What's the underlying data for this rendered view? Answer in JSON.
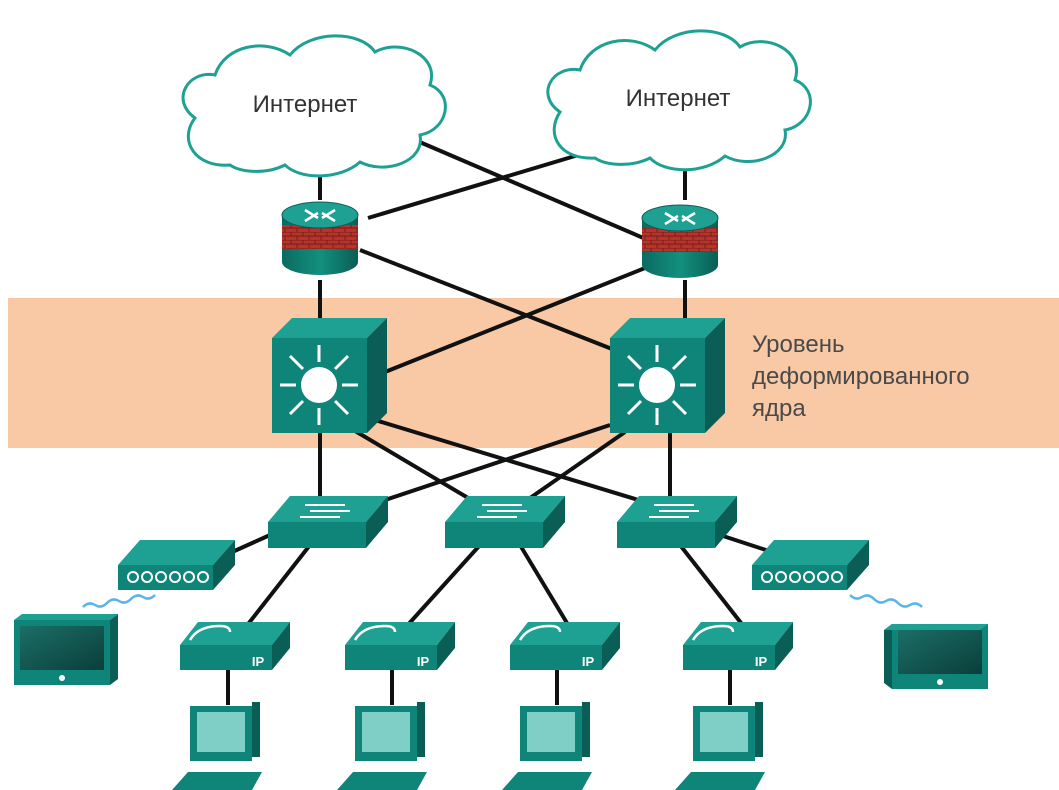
{
  "internet_clouds": [
    {
      "label": "Интернет"
    },
    {
      "label": "Интернет"
    }
  ],
  "core_layer": {
    "label_lines": [
      "Уровень",
      "деформированного",
      "ядра"
    ]
  },
  "ip_phone_label": "IP",
  "colors": {
    "band": "#f8c9a4",
    "device_teal": "#0f8478",
    "device_dark": "#0a5e56",
    "device_light": "#1ea193",
    "firewall_brick": "#b5342c",
    "link": "#111111",
    "wireless_wave": "#5ab4e8"
  },
  "icons": [
    "cloud-icon",
    "router-firewall-icon",
    "layer3-switch-icon",
    "access-switch-icon",
    "wireless-ap-icon",
    "ip-phone-icon",
    "pc-icon",
    "tablet-icon"
  ]
}
